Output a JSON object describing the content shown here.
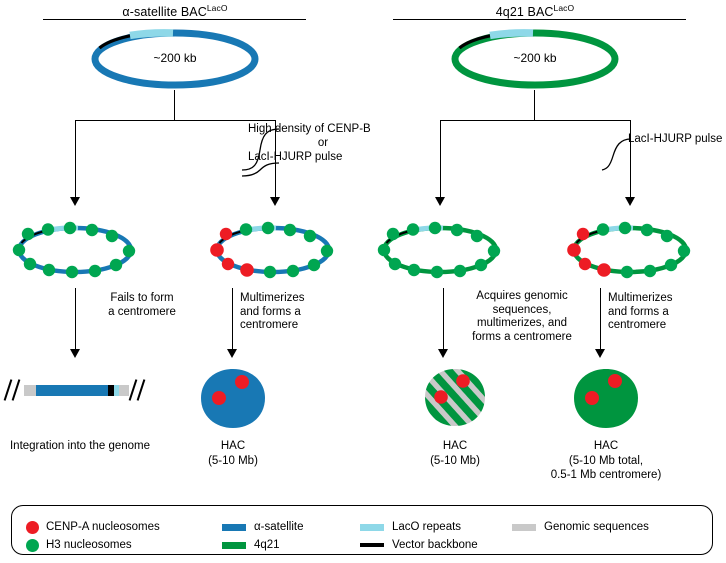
{
  "columns": [
    {
      "title_main": "α-satellite BAC",
      "title_sup": "LacO"
    },
    {
      "title_main": "4q21 BAC",
      "title_sup": "LacO"
    }
  ],
  "plasmids": [
    {
      "size_label": "~200 kb",
      "backbone_color": "#1878B4",
      "lacO_color": "#8ED8E8",
      "vector_color": "#000000"
    },
    {
      "size_label": "~200 kb",
      "backbone_color": "#00953F",
      "lacO_color": "#8ED8E8",
      "vector_color": "#000000"
    }
  ],
  "branch_labels": {
    "left_condition_line1": "High density of CENP-B",
    "left_condition_line2": "or",
    "left_condition_line3": "LacI-HJURP pulse",
    "right_condition": "LacI-HJURP pulse"
  },
  "outcome_labels": [
    "Fails to form\na centromere",
    "Multimerizes\nand forms a\ncentromere",
    "Acquires genomic\nsequences,\nmultimerizes, and\nforms a centromere",
    "Multimerizes\nand forms a\ncentromere"
  ],
  "results": [
    {
      "name": "Integration into the genome",
      "sublabel": ""
    },
    {
      "name": "HAC",
      "sublabel": "(5-10 Mb)"
    },
    {
      "name": "HAC",
      "sublabel": "(5-10 Mb)"
    },
    {
      "name": "HAC",
      "sublabel": "(5-10 Mb total,\n0.5-1 Mb centromere)"
    }
  ],
  "legend": [
    {
      "label": "CENP-A nucleosomes",
      "color": "#ED1C24",
      "shape": "circle"
    },
    {
      "label": "H3 nucleosomes",
      "color": "#00A651",
      "shape": "circle"
    },
    {
      "label": "α-satellite",
      "color": "#1878B4",
      "shape": "bar"
    },
    {
      "label": "4q21",
      "color": "#00953F",
      "shape": "bar"
    },
    {
      "label": "LacO repeats",
      "color": "#8ED8E8",
      "shape": "bar"
    },
    {
      "label": "Vector backbone",
      "color": "#000000",
      "shape": "line"
    },
    {
      "label": "Genomic sequences",
      "color": "#C9C9C9",
      "shape": "bar"
    }
  ],
  "colors": {
    "cenpa_red": "#ED1C24",
    "h3_green": "#00A651",
    "alpha_sat_blue": "#1878B4",
    "q4q21_green": "#00953F",
    "laco_lightblue": "#8ED8E8",
    "vector_black": "#000000",
    "genomic_gray": "#C9C9C9"
  }
}
